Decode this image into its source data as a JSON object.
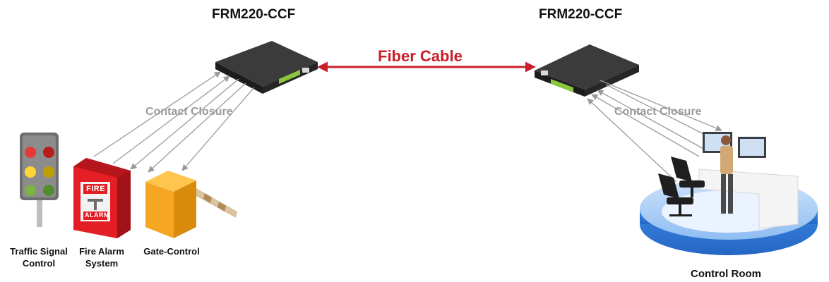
{
  "devices": {
    "left_title": "FRM220-CCF",
    "right_title": "FRM220-CCF"
  },
  "link": {
    "label": "Fiber Cable",
    "color": "#c8202a"
  },
  "connections": {
    "left_label": "Contact Closure",
    "right_label": "Contact Closure"
  },
  "endpoints": {
    "traffic_signal": "Traffic Signal\nControl",
    "fire_alarm": "Fire Alarm\nSystem",
    "gate_control": "Gate-Control",
    "control_room": "Control Room"
  },
  "fire_alarm_box": {
    "top_text": "FIRE",
    "bottom_text": "ALARM"
  },
  "colors": {
    "device_body": "#2b2b2b",
    "terminal_green": "#8cc63f",
    "fire_red": "#e31e24",
    "gate_orange": "#f5a623",
    "platform_blue": "#3f8ee6",
    "arrow_gray": "#9a9a9a"
  },
  "icons": [
    "traffic-light-icon",
    "fire-alarm-icon",
    "gate-barrier-icon",
    "control-room-icon",
    "device-icon"
  ]
}
